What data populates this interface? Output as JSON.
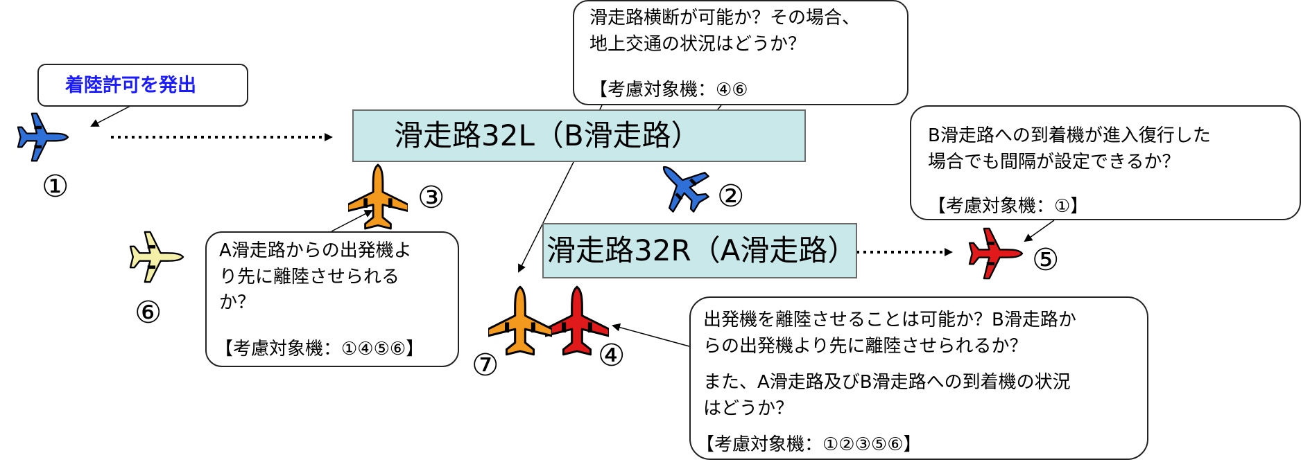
{
  "runways": {
    "left": "滑走路32L（B滑走路）",
    "right": "滑走路32R（A滑走路）"
  },
  "landing_clearance": "着陸許可を発出",
  "callouts": {
    "crossing": {
      "lines": [
        "滑走路横断が可能か？その場合、",
        "地上交通の状況はどうか？"
      ],
      "aircraft": "【考慮対象機：④⑥"
    },
    "missed_approach": {
      "lines": [
        "B滑走路への到着機が進入復行した",
        "場合でも間隔が設定できるか？"
      ],
      "aircraft": "【考慮対象機：①】"
    },
    "departure_a": {
      "lines": [
        "A滑走路からの出発機よ",
        "り先に離陸させられる",
        "か？"
      ],
      "aircraft": "【考慮対象機：①④⑤⑥】"
    },
    "takeoff": {
      "lines": [
        "出発機を離陸させることは可能か？B滑走路か",
        "らの出発機より先に離陸させられるか？"
      ],
      "lines2": [
        "また、A滑走路及びB滑走路への到着機の状況",
        "はどうか？"
      ],
      "aircraft": "【考慮対象機：①②③⑤⑥】"
    }
  },
  "aircraft_numbers": {
    "a1": "①",
    "a2": "②",
    "a3": "③",
    "a4": "④",
    "a5": "⑤",
    "a6": "⑥",
    "a7": "⑦"
  },
  "colors": {
    "blue": "#2e6fd8",
    "orange": "#f39a1e",
    "red": "#e01a1a",
    "yellow": "#f5f0a8",
    "runway_fill": "#c9e8ea",
    "clearance_text": "#1a1aff"
  },
  "icons": [
    "airplane-icon"
  ]
}
